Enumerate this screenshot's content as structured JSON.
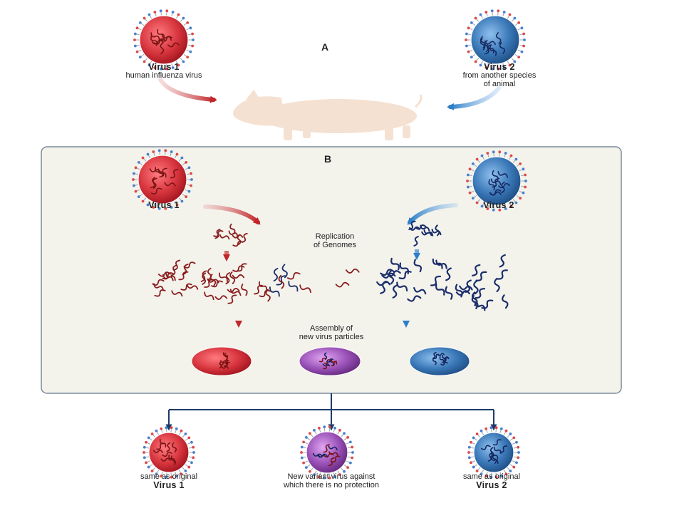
{
  "panel_a": {
    "letter": "A",
    "virus1": {
      "name": "Virus 1",
      "desc": "human influenza virus"
    },
    "virus2": {
      "name": "Virus 2",
      "desc_line1": "from another species",
      "desc_line2": "of animal"
    }
  },
  "panel_b": {
    "letter": "B",
    "virus1": {
      "name": "Virus 1"
    },
    "virus2": {
      "name": "Virus 2"
    },
    "replication": {
      "line1": "Replication",
      "line2": "of Genomes"
    },
    "assembly": {
      "line1": "Assembly of",
      "line2": "new virus particles"
    }
  },
  "outcomes": {
    "left": {
      "line1": "same as original",
      "line2": "Virus 1"
    },
    "middle": {
      "line1": "New variant virus against",
      "line2": "which there is no protection"
    },
    "right": {
      "line1": "same as original",
      "line2": "Virus 2"
    }
  },
  "colors": {
    "virus_red": "#d8363f",
    "virus_blue": "#3a78b8",
    "virus_purple": "#9a52b8",
    "strand_red": "#8a1d1d",
    "strand_navy": "#1a2d6b",
    "pig": "#f5e1d2",
    "panel_bg": "#f3f3ec",
    "panel_border": "#7d8a9c"
  }
}
